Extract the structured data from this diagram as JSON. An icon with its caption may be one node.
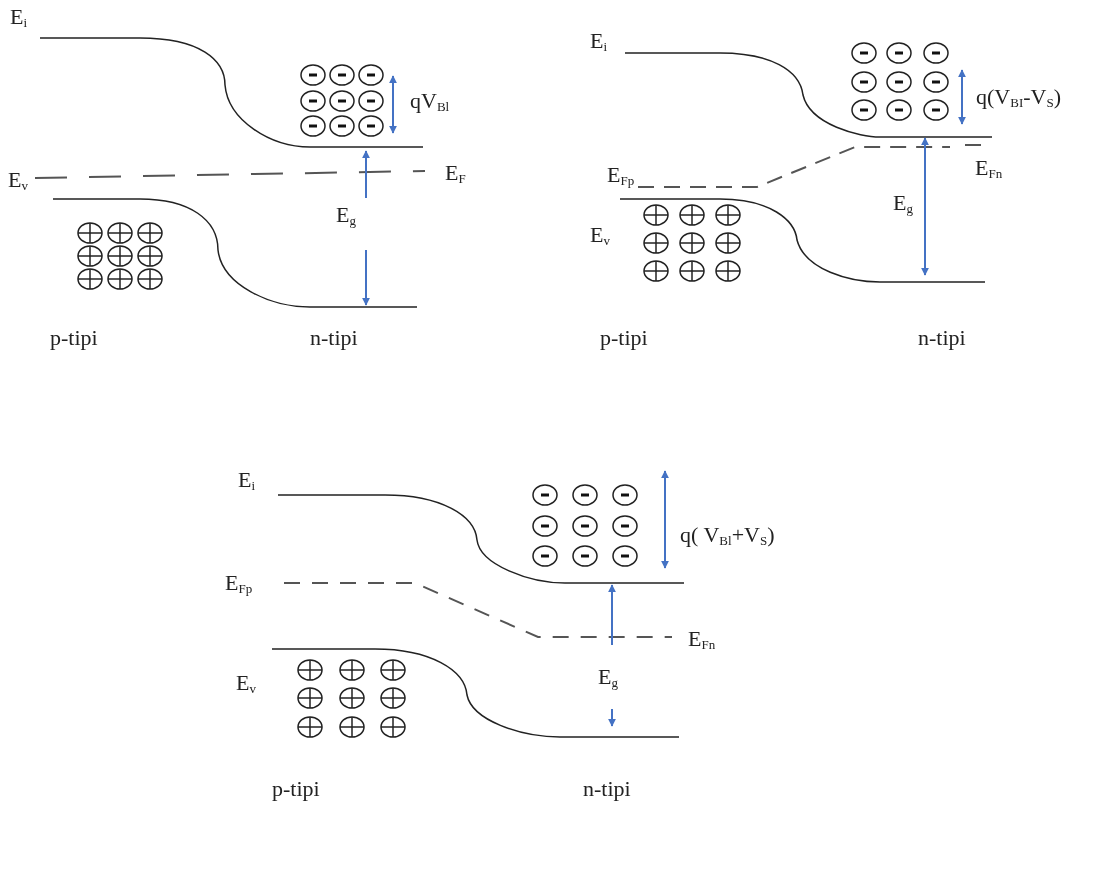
{
  "diagram": {
    "labels": [
      "E$_{i}$",
      "qV$_{Bl}$",
      "E$_{F}$",
      "E$_{v}$",
      "E$_{g}$",
      "p-tipi",
      "n-tipi",
      "E$_{i}$",
      "q(V$_{BI}$-V$_{S}$)",
      "E$_{Fn}$",
      "E$_{Fp}$",
      "E$_{v}$",
      "E$_{g}$",
      "p-tipi",
      "n-tipi",
      "E$_{i}$",
      "q( V$_{Bl}$+V$_{S}$)",
      "E$_{Fp}$",
      "E$_{Fn}$",
      "E$_{v}$",
      "E$_{g}$",
      "p-tipi",
      "n-tipi"
    ]
  }
}
